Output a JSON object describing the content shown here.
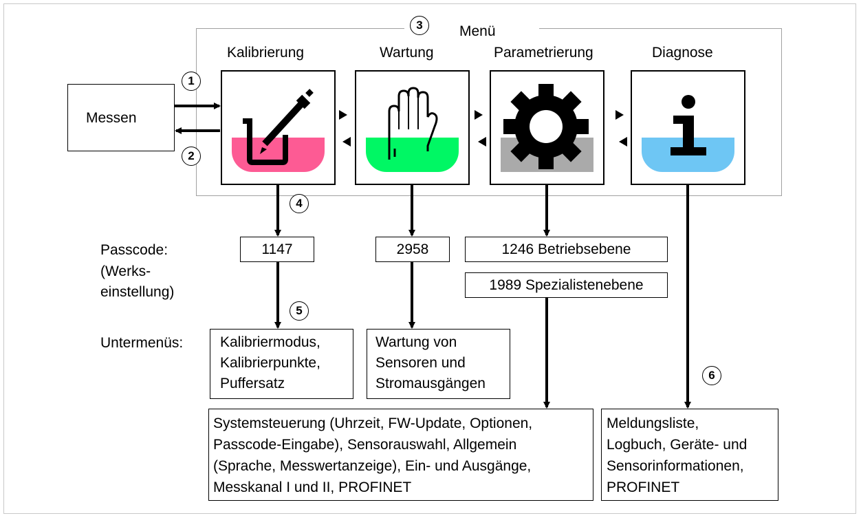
{
  "menu_title": "Menü",
  "menu_items": [
    {
      "label": "Kalibrierung",
      "color": "#fd5b94",
      "passcode": "1147",
      "submenu": [
        "Kalibriermodus,",
        "Kalibrierpunkte,",
        "Puffersatz"
      ],
      "icon": "beaker-pen-icon"
    },
    {
      "label": "Wartung",
      "color": "#00f764",
      "passcode": "2958",
      "submenu": [
        "Wartung von",
        "Sensoren und",
        "Stromausgängen"
      ],
      "icon": "hand-icon"
    },
    {
      "label": "Parametrierung",
      "color": "#aaaaaa",
      "passcodes": [
        "1246 Betriebsebene",
        "1989 Spezialistenebene"
      ],
      "submenu": [
        "Systemsteuerung (Uhrzeit, FW-Update, Optionen,",
        "Passcode-Eingabe), Sensorauswahl, Allgemein",
        "(Sprache, Messwertanzeige), Ein- und Ausgänge,",
        "Messkanal I und II, PROFINET"
      ],
      "icon": "gear-icon"
    },
    {
      "label": "Diagnose",
      "color": "#6ec6f4",
      "submenu": [
        "Meldungsliste,",
        "Logbuch, Geräte- und",
        "Sensorinformationen,",
        "PROFINET"
      ],
      "icon": "info-icon"
    }
  ],
  "measure_label": "Messen",
  "passcode_label": [
    "Passcode:",
    "(Werks-",
    "einstellung)"
  ],
  "submenus_label": "Untermenüs:",
  "badges": [
    "1",
    "2",
    "3",
    "4",
    "5",
    "6"
  ]
}
